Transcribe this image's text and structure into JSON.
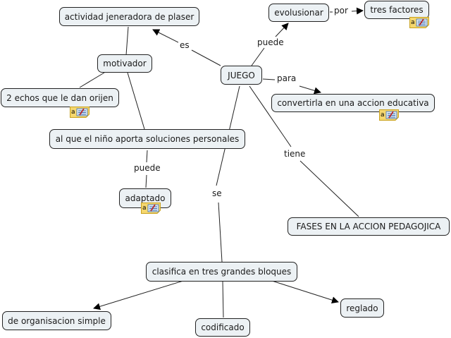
{
  "concepts": {
    "juego": "JUEGO",
    "actividad": "actividad jeneradora de plaser",
    "motivador": "motivador",
    "echos": "2 echos que le dan orijen",
    "soluciones": "al que el niño aporta soluciones personales",
    "adaptado": "adaptado",
    "evolusionar": "evolusionar",
    "tres_factores": "tres factores",
    "convertirla": "convertirla en una accion educativa",
    "fases": "FASES EN LA ACCION PEDAGOJICA",
    "clasifica": "clasifica en tres grandes bloques",
    "organisacion": "de organisacion simple",
    "codificado": "codificado",
    "reglado": "reglado"
  },
  "link_labels": {
    "es": "es",
    "puede_evol": "puede",
    "por": "por",
    "para": "para",
    "tiene": "tiene",
    "se": "se",
    "puede_adapt": "puede"
  },
  "note_icon": "annotation-note-icon",
  "colors": {
    "node_fill": "#ecf1f4",
    "node_border": "#222222",
    "note": "#f5d76e"
  }
}
